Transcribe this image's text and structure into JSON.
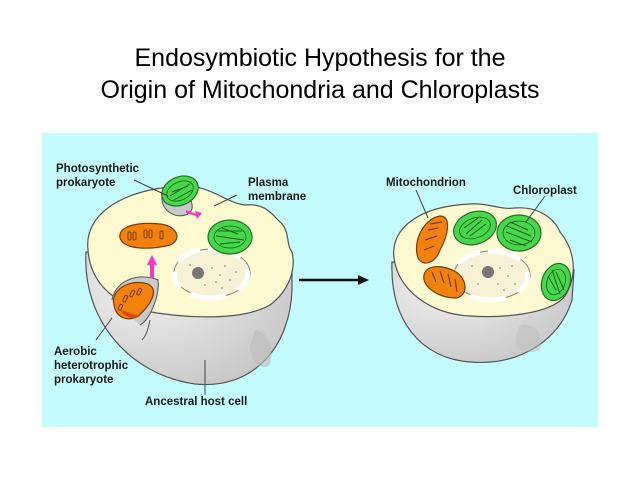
{
  "title": {
    "line1": "Endosymbiotic Hypothesis for the",
    "line2": "Origin of Mitochondria and Chloroplasts"
  },
  "diagram": {
    "background_color": "#c4fbfd",
    "left_cell": {
      "labels": {
        "photosynthetic_1": "Photosynthetic",
        "photosynthetic_2": "prokaryote",
        "plasma_1": "Plasma",
        "plasma_2": "membrane",
        "aerobic_1": "Aerobic",
        "aerobic_2": "heterotrophic",
        "aerobic_3": "prokaryote",
        "host": "Ancestral host cell"
      }
    },
    "right_cell": {
      "labels": {
        "mitochondrion": "Mitochondrion",
        "chloroplast": "Chloroplast"
      }
    },
    "colors": {
      "cytoplasm": "#fdf9d0",
      "cell_shell": "#d6d6d6",
      "mitochondria": "#f2810e",
      "chloroplast": "#44d84a",
      "arrows_magenta": "#ff33cc",
      "outline": "#555555"
    }
  }
}
